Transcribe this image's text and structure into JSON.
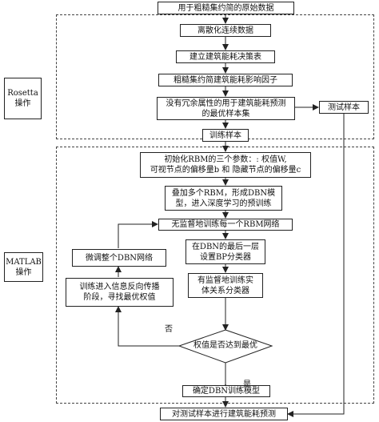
{
  "nodes": {
    "raw_data": "用于粗糙集约简的原始数据",
    "discretize": "离散化连续数据",
    "decision_table": "建立建筑能耗决策表",
    "reduce_factors": "粗糙集约简建筑能耗影响因子",
    "optimal_set_line1": "没有冗余属性的用于建筑能耗预测",
    "optimal_set_line2": "的最优样本集",
    "test_samples": "测试样本",
    "train_samples": "训练样本",
    "init_rbm_line1": "初始化RBM的三个参数：: 权值W,",
    "init_rbm_line2": "可视节点的偏移量b 和 隐藏节点的偏移量c",
    "stack_rbm_line1": "叠加多个RBM，形成DBN模",
    "stack_rbm_line2": "型，进入深度学习的预训练",
    "unsupervised": "无监督地训练每一个RBM网络",
    "bp_layer_line1": "在DBN的最后一层",
    "bp_layer_line2": "设置BP分类器",
    "supervised_line1": "有监督地训练实",
    "supervised_line2": "体关系分类器",
    "fine_tune": "微调整个DBN网络",
    "backprop_line1": "训练进入信息反向传播",
    "backprop_line2": "阶段，寻找最优权值",
    "decision": "权值是否达到最优",
    "confirm_model": "确定DBN训练模型",
    "predict": "对测试样本进行建筑能耗预测"
  },
  "groups": {
    "rosetta_line1": "Rosetta",
    "rosetta_line2": "操作",
    "matlab_line1": "MATLAB",
    "matlab_line2": "操作"
  },
  "edge_labels": {
    "no": "否",
    "yes": "是"
  }
}
